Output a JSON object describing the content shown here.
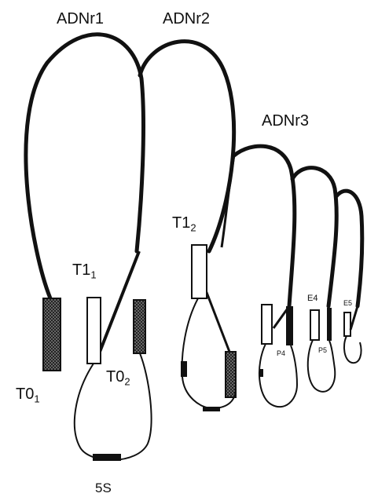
{
  "labels": {
    "adnr1": "ADNr1",
    "adnr2": "ADNr2",
    "adnr3": "ADNr3",
    "t1_1_main": "T1",
    "t1_1_sub": "1",
    "t1_2_main": "T1",
    "t1_2_sub": "2",
    "t0_1_main": "T0",
    "t0_1_sub": "1",
    "t0_2_main": "T0",
    "t0_2_sub": "2",
    "five_s": "5S",
    "e4": "E4",
    "p4": "P4",
    "p5": "P5",
    "e5": "E5"
  },
  "colors": {
    "stroke": "#111111",
    "background": "#ffffff"
  }
}
